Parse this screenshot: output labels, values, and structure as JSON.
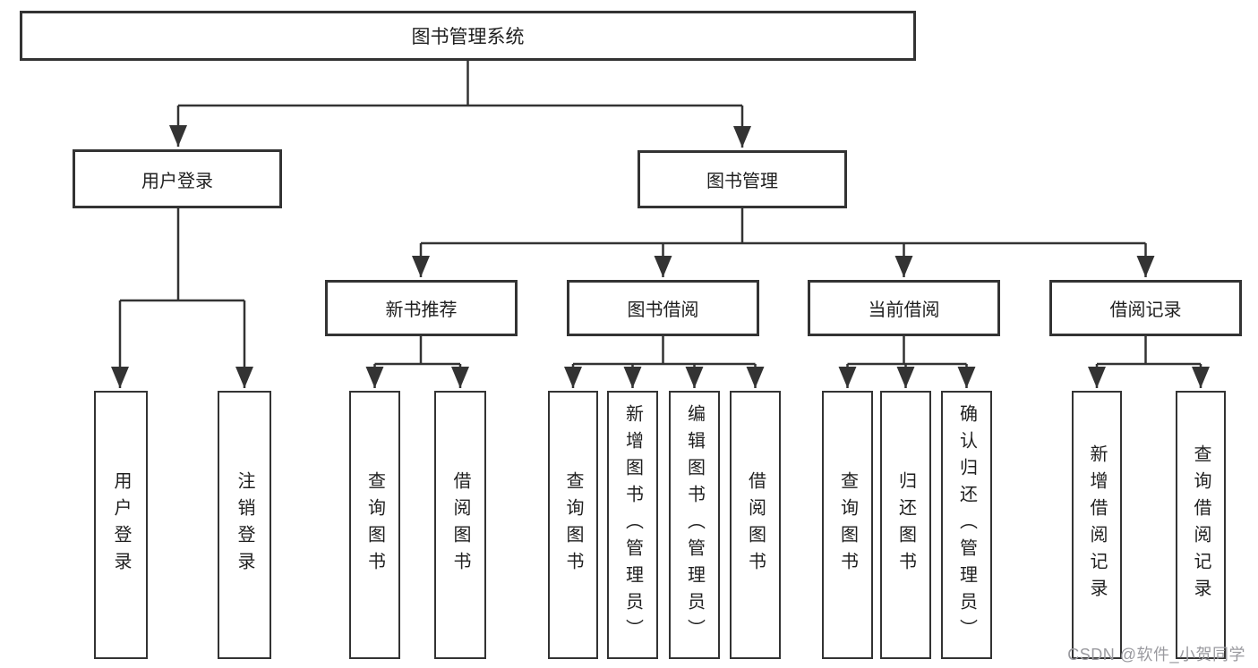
{
  "diagram": {
    "title": "图书管理系统",
    "tree": {
      "root": {
        "label": "图书管理系统"
      },
      "branches": [
        {
          "label": "用户登录",
          "children": [
            {
              "label": "用户登录"
            },
            {
              "label": "注销登录"
            }
          ]
        },
        {
          "label": "图书管理",
          "children": [
            {
              "label": "新书推荐",
              "children": [
                {
                  "label": "查询图书"
                },
                {
                  "label": "借阅图书"
                }
              ]
            },
            {
              "label": "图书借阅",
              "children": [
                {
                  "label": "查询图书"
                },
                {
                  "label": "新增图书（管理员）"
                },
                {
                  "label": "编辑图书（管理员）"
                },
                {
                  "label": "借阅图书"
                }
              ]
            },
            {
              "label": "当前借阅",
              "children": [
                {
                  "label": "查询图书"
                },
                {
                  "label": "归还图书"
                },
                {
                  "label": "确认归还（管理员）"
                }
              ]
            },
            {
              "label": "借阅记录",
              "children": [
                {
                  "label": "新增借阅记录"
                },
                {
                  "label": "查询借阅记录"
                }
              ]
            }
          ]
        }
      ]
    },
    "colors": {
      "line": "#333333",
      "box_border": "#333333",
      "text": "#1f1f1f",
      "background": "#ffffff",
      "watermark": "#9a9a9f"
    }
  },
  "watermark": {
    "text": "CSDN @软件_小贺同学"
  }
}
